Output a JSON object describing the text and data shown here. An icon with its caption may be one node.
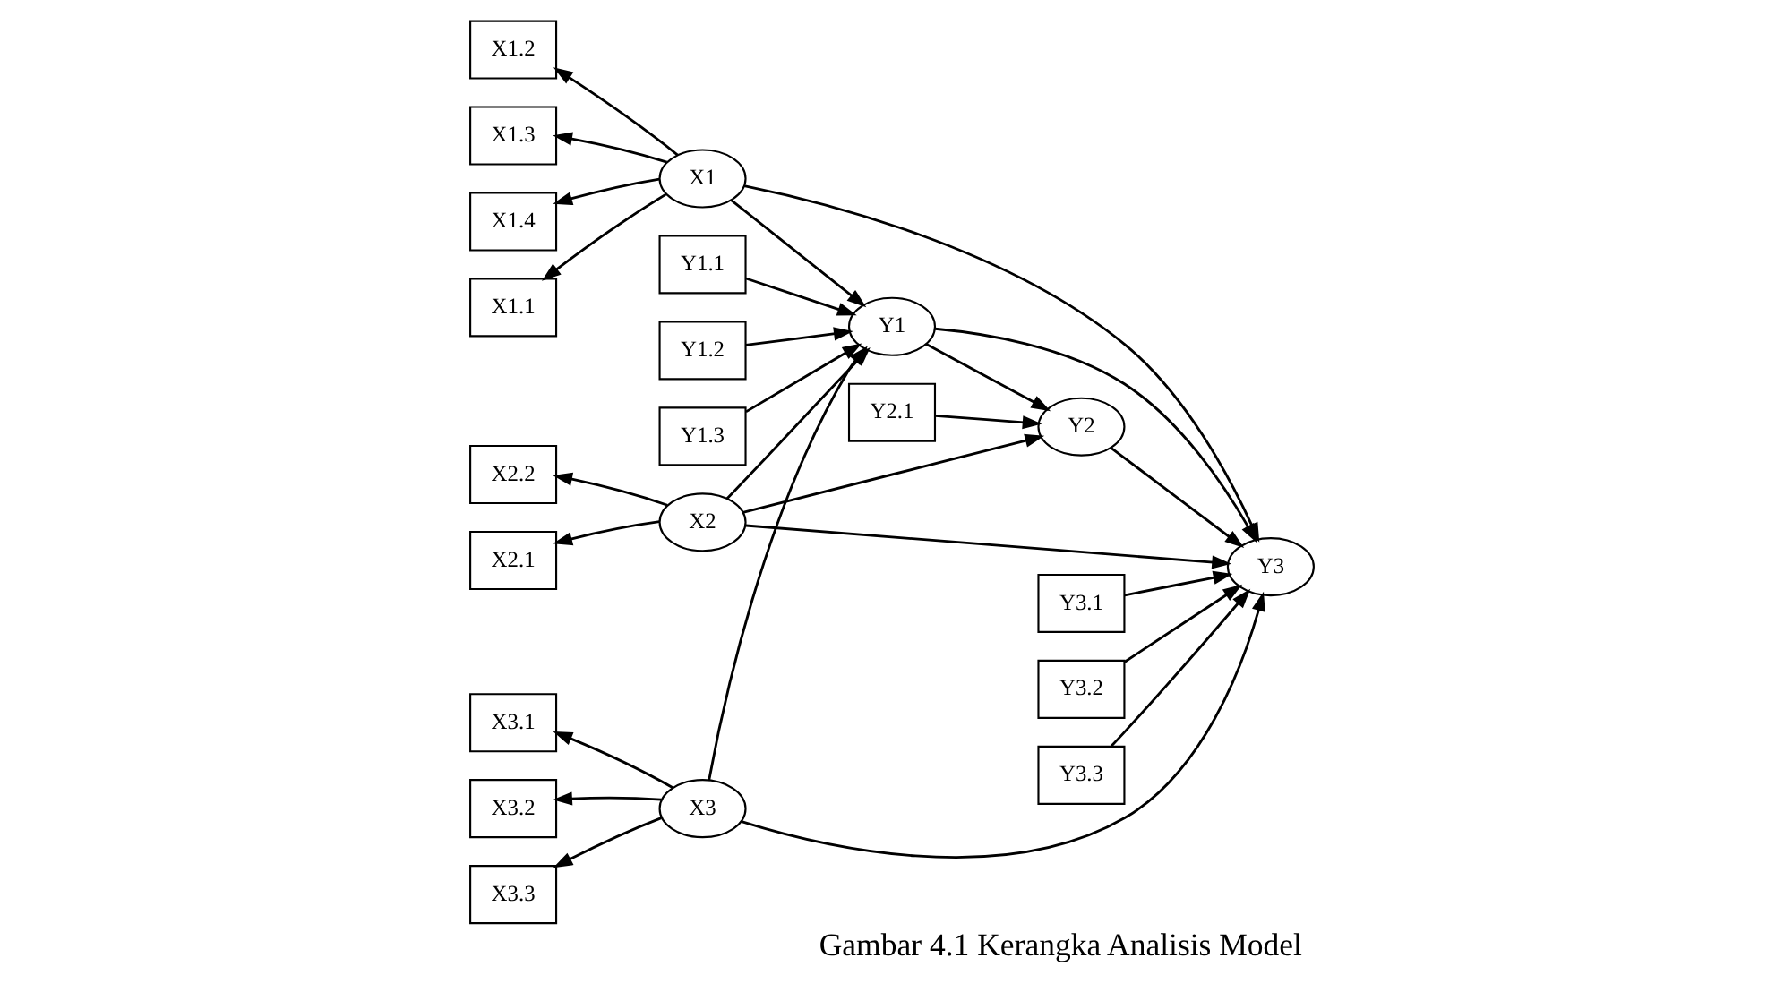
{
  "diagram": {
    "caption": "Gambar 4.1 Kerangka Analisis Model",
    "nodes": [
      {
        "text": [
          "X1.1"
        ]
      },
      {
        "text": [
          "X1.2"
        ]
      },
      {
        "text": [
          "X1.3"
        ]
      },
      {
        "text": [
          "X1.4"
        ]
      },
      {
        "text": [
          "X1"
        ]
      },
      {
        "text": [
          "Y1.1"
        ]
      },
      {
        "text": [
          "Y1.2"
        ]
      },
      {
        "text": [
          "Y1.3"
        ]
      },
      {
        "text": [
          "Y1"
        ]
      },
      {
        "text": [
          "Y2.1"
        ]
      },
      {
        "text": [
          "Y2"
        ]
      },
      {
        "text": [
          "X2.1"
        ]
      },
      {
        "text": [
          "X2.2"
        ]
      },
      {
        "text": [
          "X2"
        ]
      },
      {
        "text": [
          "Y3.1"
        ]
      },
      {
        "text": [
          "Y3.2"
        ]
      },
      {
        "text": [
          "Y3.3"
        ]
      },
      {
        "text": [
          "Y3"
        ]
      },
      {
        "text": [
          "X3.1"
        ]
      },
      {
        "text": [
          "X3.2"
        ]
      },
      {
        "text": [
          "X3.3"
        ]
      },
      {
        "text": [
          "X3"
        ]
      }
    ],
    "edges": [
      {
        "from": 4,
        "to": 0,
        "arrow": "to"
      },
      {
        "from": 4,
        "to": 1,
        "arrow": "to"
      },
      {
        "from": 4,
        "to": 2,
        "arrow": "to"
      },
      {
        "from": 4,
        "to": 3,
        "arrow": "to"
      },
      {
        "from": 13,
        "to": 11,
        "arrow": "to"
      },
      {
        "from": 13,
        "to": 12,
        "arrow": "to"
      },
      {
        "from": 21,
        "to": 18,
        "arrow": "to"
      },
      {
        "from": 21,
        "to": 19,
        "arrow": "to"
      },
      {
        "from": 21,
        "to": 20,
        "arrow": "to"
      },
      {
        "from": 5,
        "to": 8,
        "arrow": "to"
      },
      {
        "from": 6,
        "to": 8,
        "arrow": "to"
      },
      {
        "from": 7,
        "to": 8,
        "arrow": "to"
      },
      {
        "from": 9,
        "to": 10,
        "arrow": "to"
      },
      {
        "from": 14,
        "to": 17,
        "arrow": "to"
      },
      {
        "from": 15,
        "to": 17,
        "arrow": "to"
      },
      {
        "from": 16,
        "to": 17,
        "arrow": "to"
      },
      {
        "from": 4,
        "to": 8,
        "arrow": "to"
      },
      {
        "from": 4,
        "to": 17,
        "arrow": "to"
      },
      {
        "from": 13,
        "to": 8,
        "arrow": "to"
      },
      {
        "from": 13,
        "to": 10,
        "arrow": "to"
      },
      {
        "from": 13,
        "to": 17,
        "arrow": "to"
      },
      {
        "from": 21,
        "to": 8,
        "arrow": "to"
      },
      {
        "from": 21,
        "to": 17,
        "arrow": "to"
      },
      {
        "from": 8,
        "to": 10,
        "arrow": "to"
      },
      {
        "from": 8,
        "to": 17,
        "arrow": "to"
      },
      {
        "from": 10,
        "to": 17,
        "arrow": "to"
      }
    ]
  }
}
